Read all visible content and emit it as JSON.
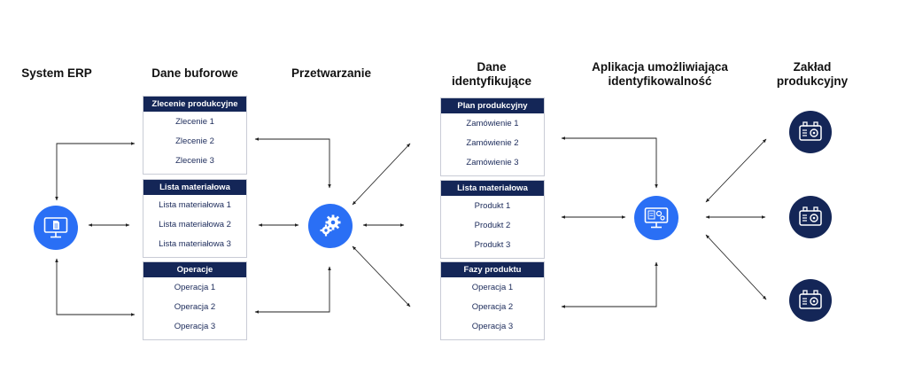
{
  "headers": {
    "erp": "System ERP",
    "buffer": "Dane buforowe",
    "processing": "Przetwarzanie",
    "ident_line1": "Dane",
    "ident_line2": "identyfikujące",
    "app_line1": "Aplikacja umożliwiająca",
    "app_line2": "identyfikowalność",
    "plant_line1": "Zakład",
    "plant_line2": "produkcyjny"
  },
  "buffer_boxes": [
    {
      "title": "Zlecenie produkcyjne",
      "items": [
        "Zlecenie 1",
        "Zlecenie 2",
        "Zlecenie 3"
      ]
    },
    {
      "title": "Lista materiałowa",
      "items": [
        "Lista materiałowa 1",
        "Lista materiałowa 2",
        "Lista materiałowa 3"
      ]
    },
    {
      "title": "Operacje",
      "items": [
        "Operacja 1",
        "Operacja 2",
        "Operacja 3"
      ]
    }
  ],
  "ident_boxes": [
    {
      "title": "Plan produkcyjny",
      "items": [
        "Zamówienie 1",
        "Zamówienie 2",
        "Zamówienie 3"
      ]
    },
    {
      "title": "Lista materiałowa",
      "items": [
        "Produkt 1",
        "Produkt 2",
        "Produkt 3"
      ]
    },
    {
      "title": "Fazy produktu",
      "items": [
        "Operacja 1",
        "Operacja 2",
        "Operacja 3"
      ]
    }
  ],
  "icons": {
    "erp": "computer-document-icon",
    "processing": "gears-icon",
    "app": "computer-gears-icon",
    "plant": "machine-icon"
  },
  "colors": {
    "navy": "#142657",
    "blue": "#2a6ff5",
    "line": "#222222",
    "border": "#c9ccd6"
  }
}
